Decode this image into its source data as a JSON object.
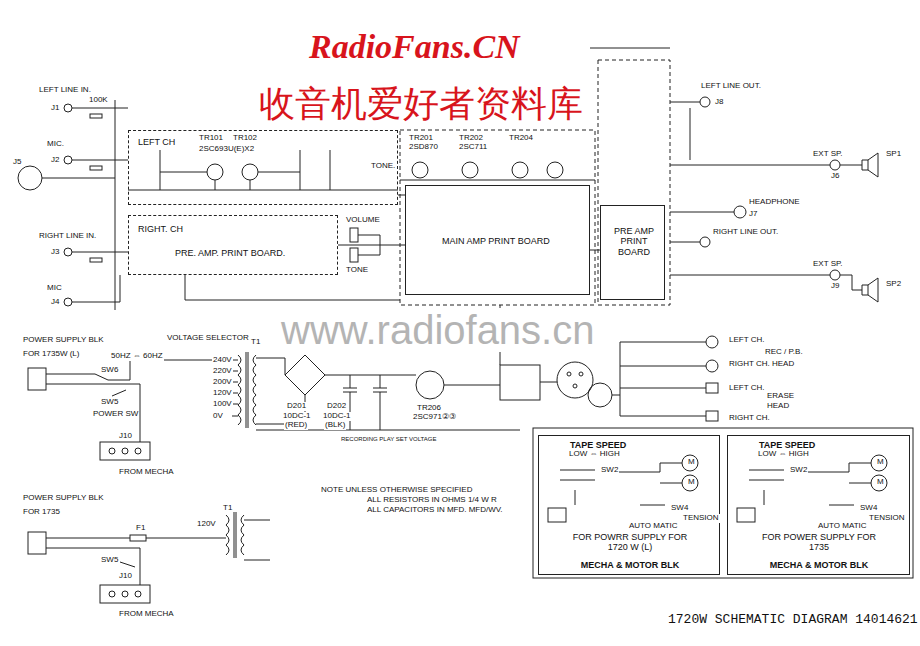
{
  "diagram": {
    "title": "1720W SCHEMATIC DIAGRAM 14014621",
    "nodes": [
      {
        "text": [
          "LEFT CH"
        ]
      },
      {
        "text": [
          "RIGHT. CH",
          "PRE. AMP. PRINT BOARD."
        ]
      },
      {
        "text": [
          "MAIN AMP PRINT BOARD"
        ]
      },
      {
        "text": [
          "PRE AMP PRINT BOARD"
        ]
      },
      {
        "text": [
          "TAPE SPEED",
          "FOR POWRR SUPPLY FOR 1720 W (L)",
          "MECHA & MOTOR BLK"
        ]
      },
      {
        "text": [
          "TAPE SPEED",
          "FOR POWER SUPPLY FOR 1735",
          "MECHA & MOTOR BLK"
        ]
      }
    ],
    "edges": [
      {
        "from": 0,
        "to": 2,
        "arrow": "none"
      },
      {
        "from": 1,
        "to": 2,
        "arrow": "none"
      },
      {
        "from": 2,
        "to": 3,
        "arrow": "none"
      }
    ],
    "labels": [
      "RadioFans.CN",
      "收音机爱好者资料库",
      "www.radiofans.cn",
      "LEFT LINE IN.",
      "J1",
      "100K",
      "MIC.",
      "J2",
      "J5",
      "RIGHT LINE IN.",
      "J3",
      "MIC",
      "J4",
      "TR101",
      "TR102",
      "2SC693U(E)X2",
      "TR201",
      "2SD870",
      "TR202",
      "2SC711",
      "TR204",
      "TONE.",
      "VOLUME",
      "TONE",
      "LEFT LINE OUT.",
      "J8",
      "EXT SP.",
      "J6",
      "HEADPHONE",
      "J7",
      "RIGHT LINE OUT.",
      "EXT SP.",
      "J9",
      "SP1",
      "SP2",
      "POWER SUPPLY BLK",
      "FOR 1735W (L)",
      "VOLTAGE SELECTOR",
      "50HZ ⇔ 60HZ",
      "240V",
      "220V",
      "200V",
      "120V",
      "100V",
      "0V",
      "T1",
      "SW6",
      "SW5",
      "POWER SW",
      "J10",
      "FROM MECHA",
      "POWER SUPPLY BLK",
      "FOR 1735",
      "F1",
      "120V",
      "T1",
      "SW5",
      "J10",
      "FROM MECHA",
      "D201",
      "D202",
      "10DC-1",
      "(RED)",
      "10DC-1",
      "(BLK)",
      "TR206",
      "2SC971②③",
      "RECORDING PLAY SET VOLTAGE",
      "NOTE UNLESS OTHERWISE SPECIFIED",
      "ALL RESISTORS IN OHMS 1/4 W R",
      "ALL CAPACITORS IN MFD. MFD/WV.",
      "LEFT CH.",
      "REC / P.B.",
      "RIGHT CH. HEAD",
      "LEFT CH.",
      "ERASE",
      "HEAD",
      "RIGHT CH.",
      "LOW ⇔ HIGH",
      "SW2",
      "M",
      "M",
      "TENSION",
      "AUTO MATIC",
      "SW4",
      "LOW ⇔ HIGH",
      "SW2",
      "M",
      "M",
      "TENSION",
      "AUTO MATIC",
      "SW4"
    ]
  }
}
